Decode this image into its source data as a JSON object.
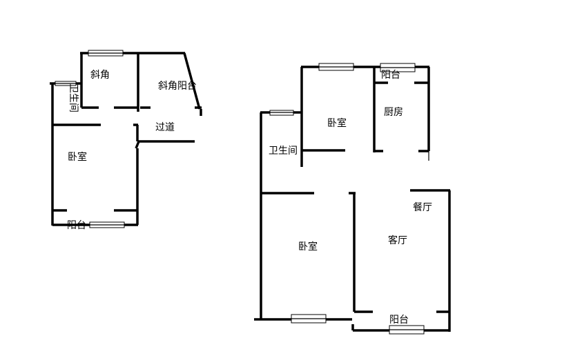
{
  "left_plan": {
    "rooms": {
      "bevel_room": "斜角",
      "bevel_balcony": "斜角阳台",
      "bathroom": "卫生间",
      "corridor": "过道",
      "bedroom": "卧室",
      "balcony": "阳台"
    }
  },
  "right_plan": {
    "rooms": {
      "bedroom_top": "卧室",
      "kitchen": "厨房",
      "balcony_top": "阳台",
      "bathroom": "卫生间",
      "dining_room": "餐厅",
      "living_room": "客厅",
      "bedroom_bottom": "卧室",
      "balcony_bottom": "阳台"
    }
  }
}
